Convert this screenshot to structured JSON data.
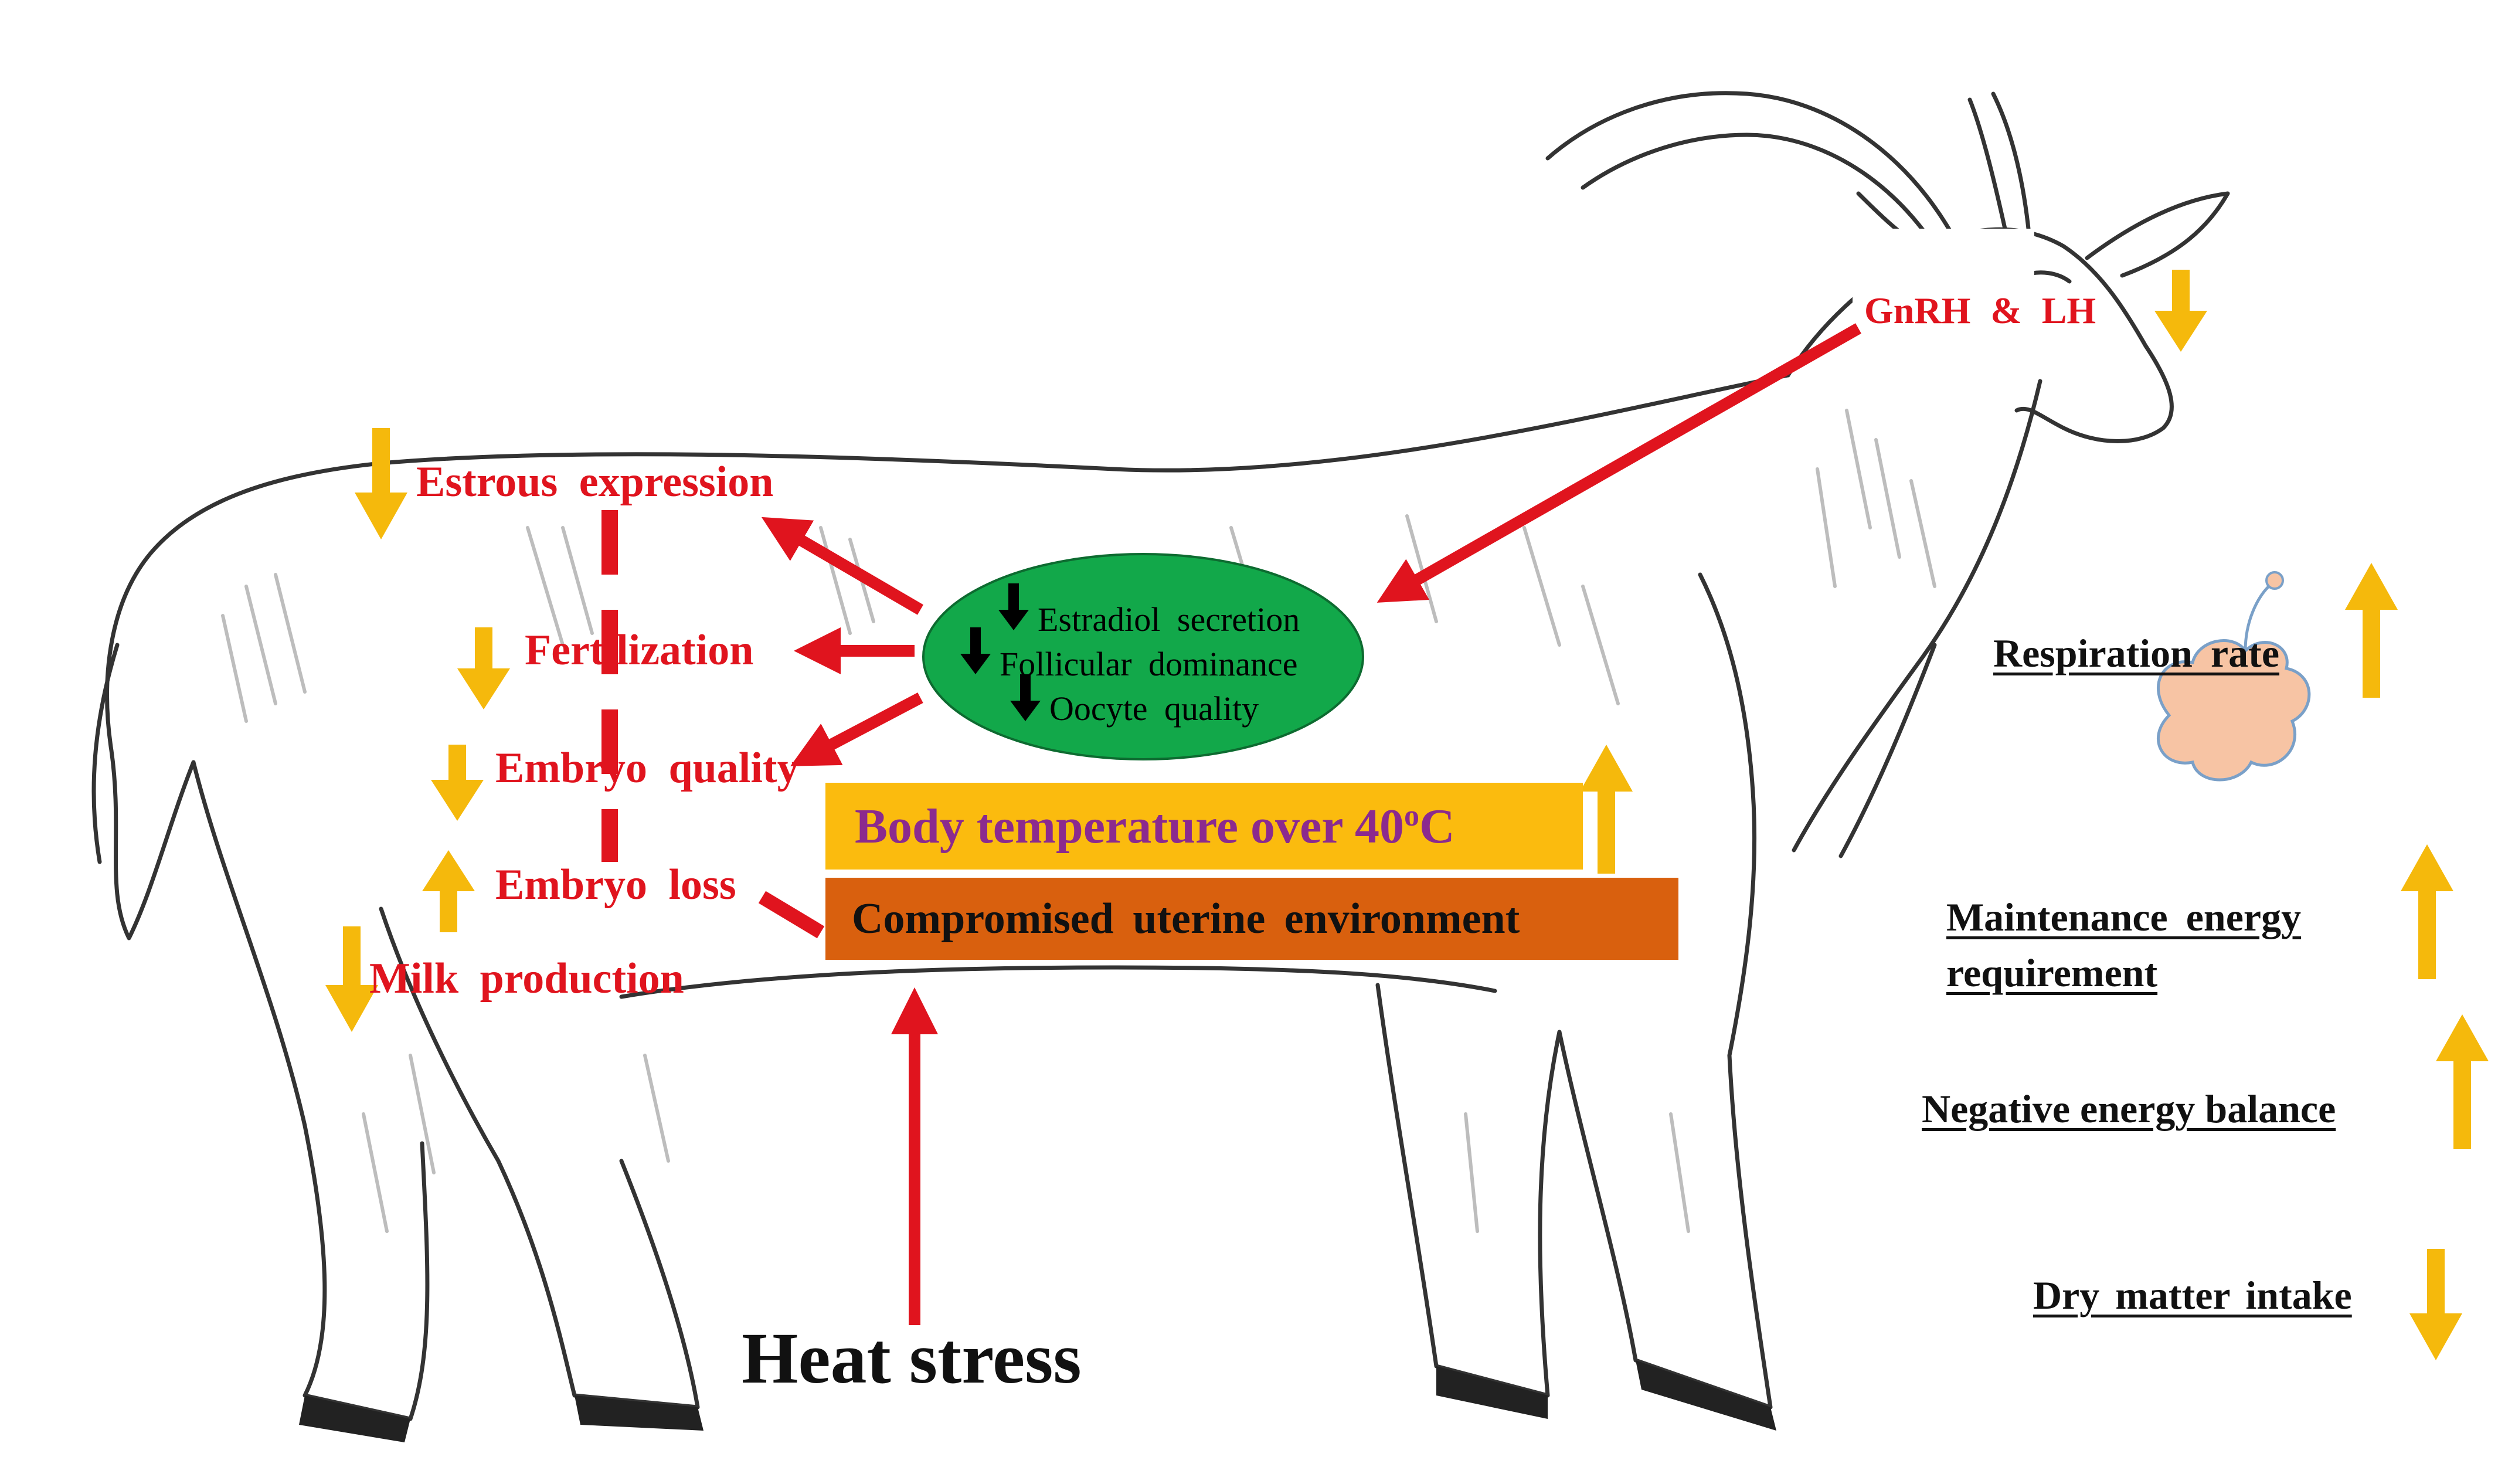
{
  "colors": {
    "red": "#e0141e",
    "yellow_arrow": "#f5b90c",
    "green_oval": "#12a84a",
    "temp_box": "#fbbb0e",
    "temp_text": "#8b2a8e",
    "uterine_box": "#d9600e",
    "outline": "#333333",
    "lung": "#f7c4a4"
  },
  "labels": {
    "gnrh": "GnRH & LH",
    "estrous": "Estrous  expression",
    "fertilization": "Fertilization",
    "embryo_quality": "Embryo  quality",
    "embryo_loss": "Embryo  loss",
    "milk": "Milk  production",
    "heat_stress": "Heat stress"
  },
  "oval": {
    "lines": [
      "Estradiol  secretion",
      "Follicular  dominance",
      "Oocyte quality"
    ]
  },
  "temperature": {
    "text": "Body temperature over 40",
    "sup": "o",
    "unit": "C"
  },
  "uterine": {
    "text": "Compromised  uterine  environment"
  },
  "right_effects": {
    "respiration": "Respiration  rate",
    "maintenance_1": "Maintenance  energy",
    "maintenance_2": "requirement",
    "neb": "Negative energy balance",
    "dmi": "Dry  matter intake"
  },
  "icons": {
    "arrows": "up-down-arrow-icon",
    "lungs": "lungs-icon",
    "goat": "goat-illustration"
  }
}
